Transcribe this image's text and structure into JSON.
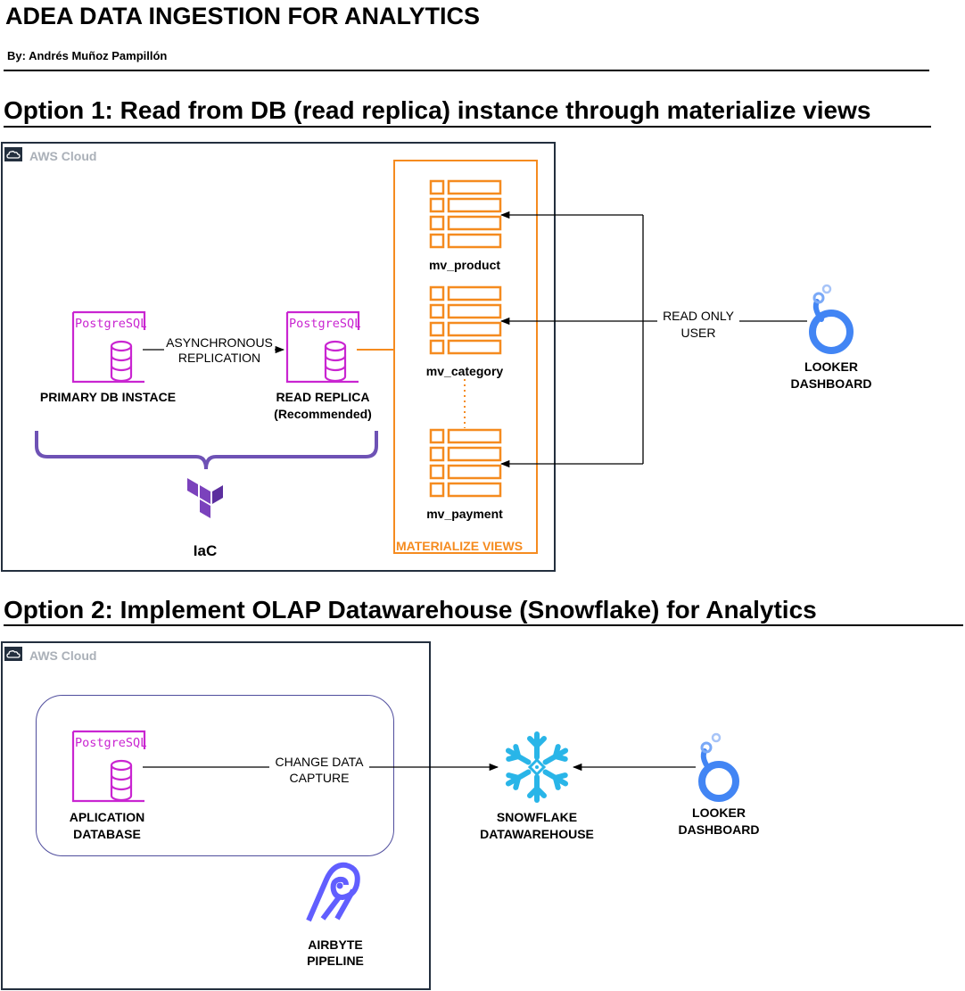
{
  "header": {
    "title": "ADEA DATA INGESTION FOR ANALYTICS",
    "author": "By: Andrés Muñoz Pampillón"
  },
  "option1": {
    "heading": "Option 1: Read from DB (read replica) instance through materialize views",
    "cloud_label": "AWS Cloud",
    "postgres_icon_text": "PostgreSQL",
    "primary_label": "PRIMARY DB INSTACE",
    "replication_label_1": "ASYNCHRONOUS",
    "replication_label_2": "REPLICATION",
    "replica_label_1": "READ REPLICA",
    "replica_label_2": "(Recommended)",
    "iac_label": "IaC",
    "mv_group_label": "MATERIALIZE VIEWS",
    "views": [
      "mv_product",
      "mv_category",
      "mv_payment"
    ],
    "access_label_1": "READ ONLY",
    "access_label_2": "USER",
    "looker_label_1": "LOOKER",
    "looker_label_2": "DASHBOARD"
  },
  "option2": {
    "heading": "Option 2: Implement OLAP Datawarehouse (Snowflake) for Analytics",
    "cloud_label": "AWS Cloud",
    "postgres_icon_text": "PostgreSQL",
    "db_label_1": "APLICATION",
    "db_label_2": "DATABASE",
    "cdc_label_1": "CHANGE DATA",
    "cdc_label_2": "CAPTURE",
    "snowflake_label_1": "SNOWFLAKE",
    "snowflake_label_2": "DATAWAREHOUSE",
    "looker_label_1": "LOOKER",
    "looker_label_2": "DASHBOARD",
    "airbyte_label_1": "AIRBYTE",
    "airbyte_label_2": "PIPELINE"
  },
  "colors": {
    "postgres": "#c925d1",
    "materialized_view": "#f58b1f",
    "terraform": "#7b42bc",
    "aws_frame": "#232f3e",
    "looker": "#4285f4",
    "snowflake": "#29b5e8",
    "airbyte": "#615eff"
  }
}
